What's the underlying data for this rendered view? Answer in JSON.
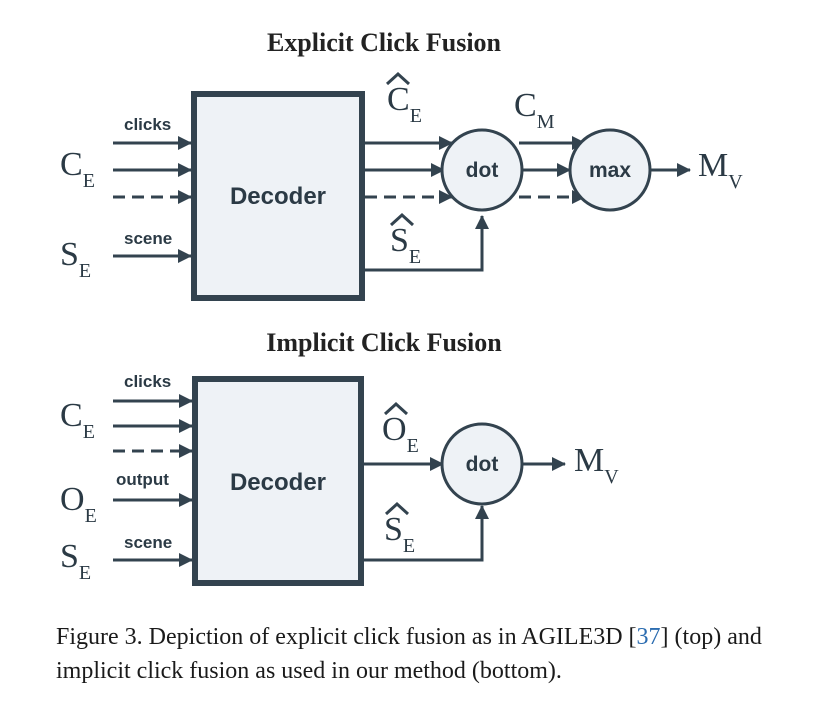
{
  "top": {
    "title": "Explicit Click Fusion",
    "clicks_label": "clicks",
    "scene_label": "scene",
    "decoder_label": "Decoder",
    "dot_label": "dot",
    "max_label": "max",
    "ce": {
      "base": "C",
      "sub": "E"
    },
    "se": {
      "base": "S",
      "sub": "E"
    },
    "ce_hat": {
      "base": "C",
      "sub": "E"
    },
    "se_hat": {
      "base": "S",
      "sub": "E"
    },
    "cm": {
      "base": "C",
      "sub": "M"
    },
    "mv": {
      "base": "M",
      "sub": "V"
    }
  },
  "bottom": {
    "title": "Implicit Click Fusion",
    "clicks_label": "clicks",
    "output_label": "output",
    "scene_label": "scene",
    "decoder_label": "Decoder",
    "dot_label": "dot",
    "ce": {
      "base": "C",
      "sub": "E"
    },
    "oe": {
      "base": "O",
      "sub": "E"
    },
    "se": {
      "base": "S",
      "sub": "E"
    },
    "oe_hat": {
      "base": "O",
      "sub": "E"
    },
    "se_hat": {
      "base": "S",
      "sub": "E"
    },
    "mv": {
      "base": "M",
      "sub": "V"
    }
  },
  "caption": {
    "prefix": "Figure 3.  Depiction of explicit click fusion as in AGILE3D [",
    "cite": "37",
    "suffix": "] (top) and implicit click fusion as used in our method (bottom)."
  }
}
